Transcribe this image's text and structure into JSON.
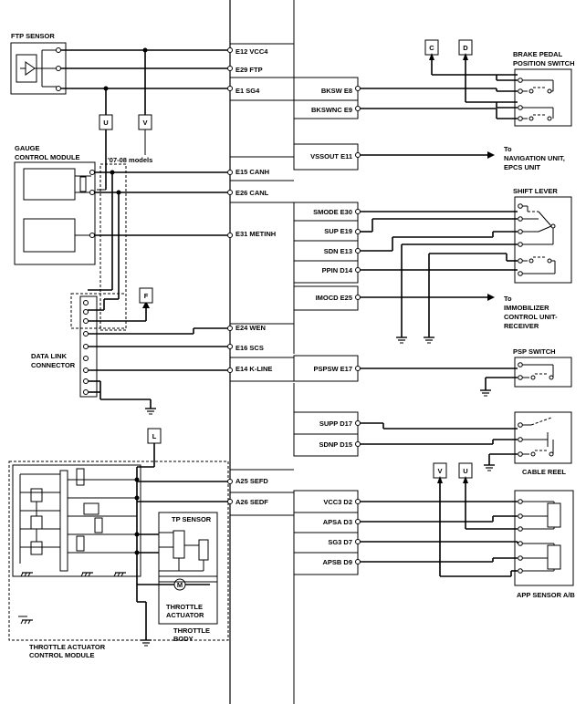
{
  "ecm_pins_left": {
    "e12": "E12 VCC4",
    "e29": "E29 FTP",
    "e1": "E1 SG4",
    "e15": "E15 CANH",
    "e26": "E26 CANL",
    "e31": "E31 METINH",
    "e24": "E24 WEN",
    "e16": "E16 SCS",
    "e14": "E14 K-LINE",
    "a25": "A25 SEFD",
    "a26": "A26 SEDF"
  },
  "ecm_pins_right": {
    "bksw": "BKSW E8",
    "bkswnc": "BKSWNC E9",
    "vssout": "VSSOUT E11",
    "smode": "SMODE E30",
    "sup": "SUP E19",
    "sdn": "SDN E13",
    "ppin": "PPIN D14",
    "imocd": "IMOCD E25",
    "pspsw": "PSPSW E17",
    "supp": "SUPP D17",
    "sdnp": "SDNP D15",
    "vcc3": "VCC3 D2",
    "apsa": "APSA D3",
    "sg3": "SG3 D7",
    "apsb": "APSB D9"
  },
  "components": {
    "ftp_sensor": "FTP SENSOR",
    "gauge_line1": "GAUGE",
    "gauge_line2": "CONTROL MODULE",
    "models_note": "'07-08 models",
    "dlc_line1": "DATA LINK",
    "dlc_line2": "CONNECTOR",
    "brake_line1": "BRAKE PEDAL",
    "brake_line2": "POSITION SWITCH",
    "shift_lever": "SHIFT LEVER",
    "psp_switch": "PSP SWITCH",
    "cable_reel": "CABLE REEL",
    "app_sensor": "APP SENSOR A/B",
    "tp_sensor": "TP SENSOR",
    "throttle_actuator_1": "THROTTLE",
    "throttle_actuator_2": "ACTUATOR",
    "throttle_body_1": "THROTTLE",
    "throttle_body_2": "BODY",
    "tacm_line1": "THROTTLE ACTUATOR",
    "tacm_line2": "CONTROL MODULE",
    "motor_symbol": "M"
  },
  "destinations": {
    "nav_1": "To",
    "nav_2": "NAVIGATION UNIT,",
    "nav_3": "EPCS UNIT",
    "immo_1": "To",
    "immo_2": "IMMOBILIZER",
    "immo_3": "CONTROL UNIT-",
    "immo_4": "RECEIVER"
  },
  "connectors": {
    "u_bottom": "U",
    "v_bottom": "V",
    "c": "C",
    "d": "D",
    "f": "F",
    "l": "L",
    "v_app": "V",
    "u_app": "U"
  }
}
